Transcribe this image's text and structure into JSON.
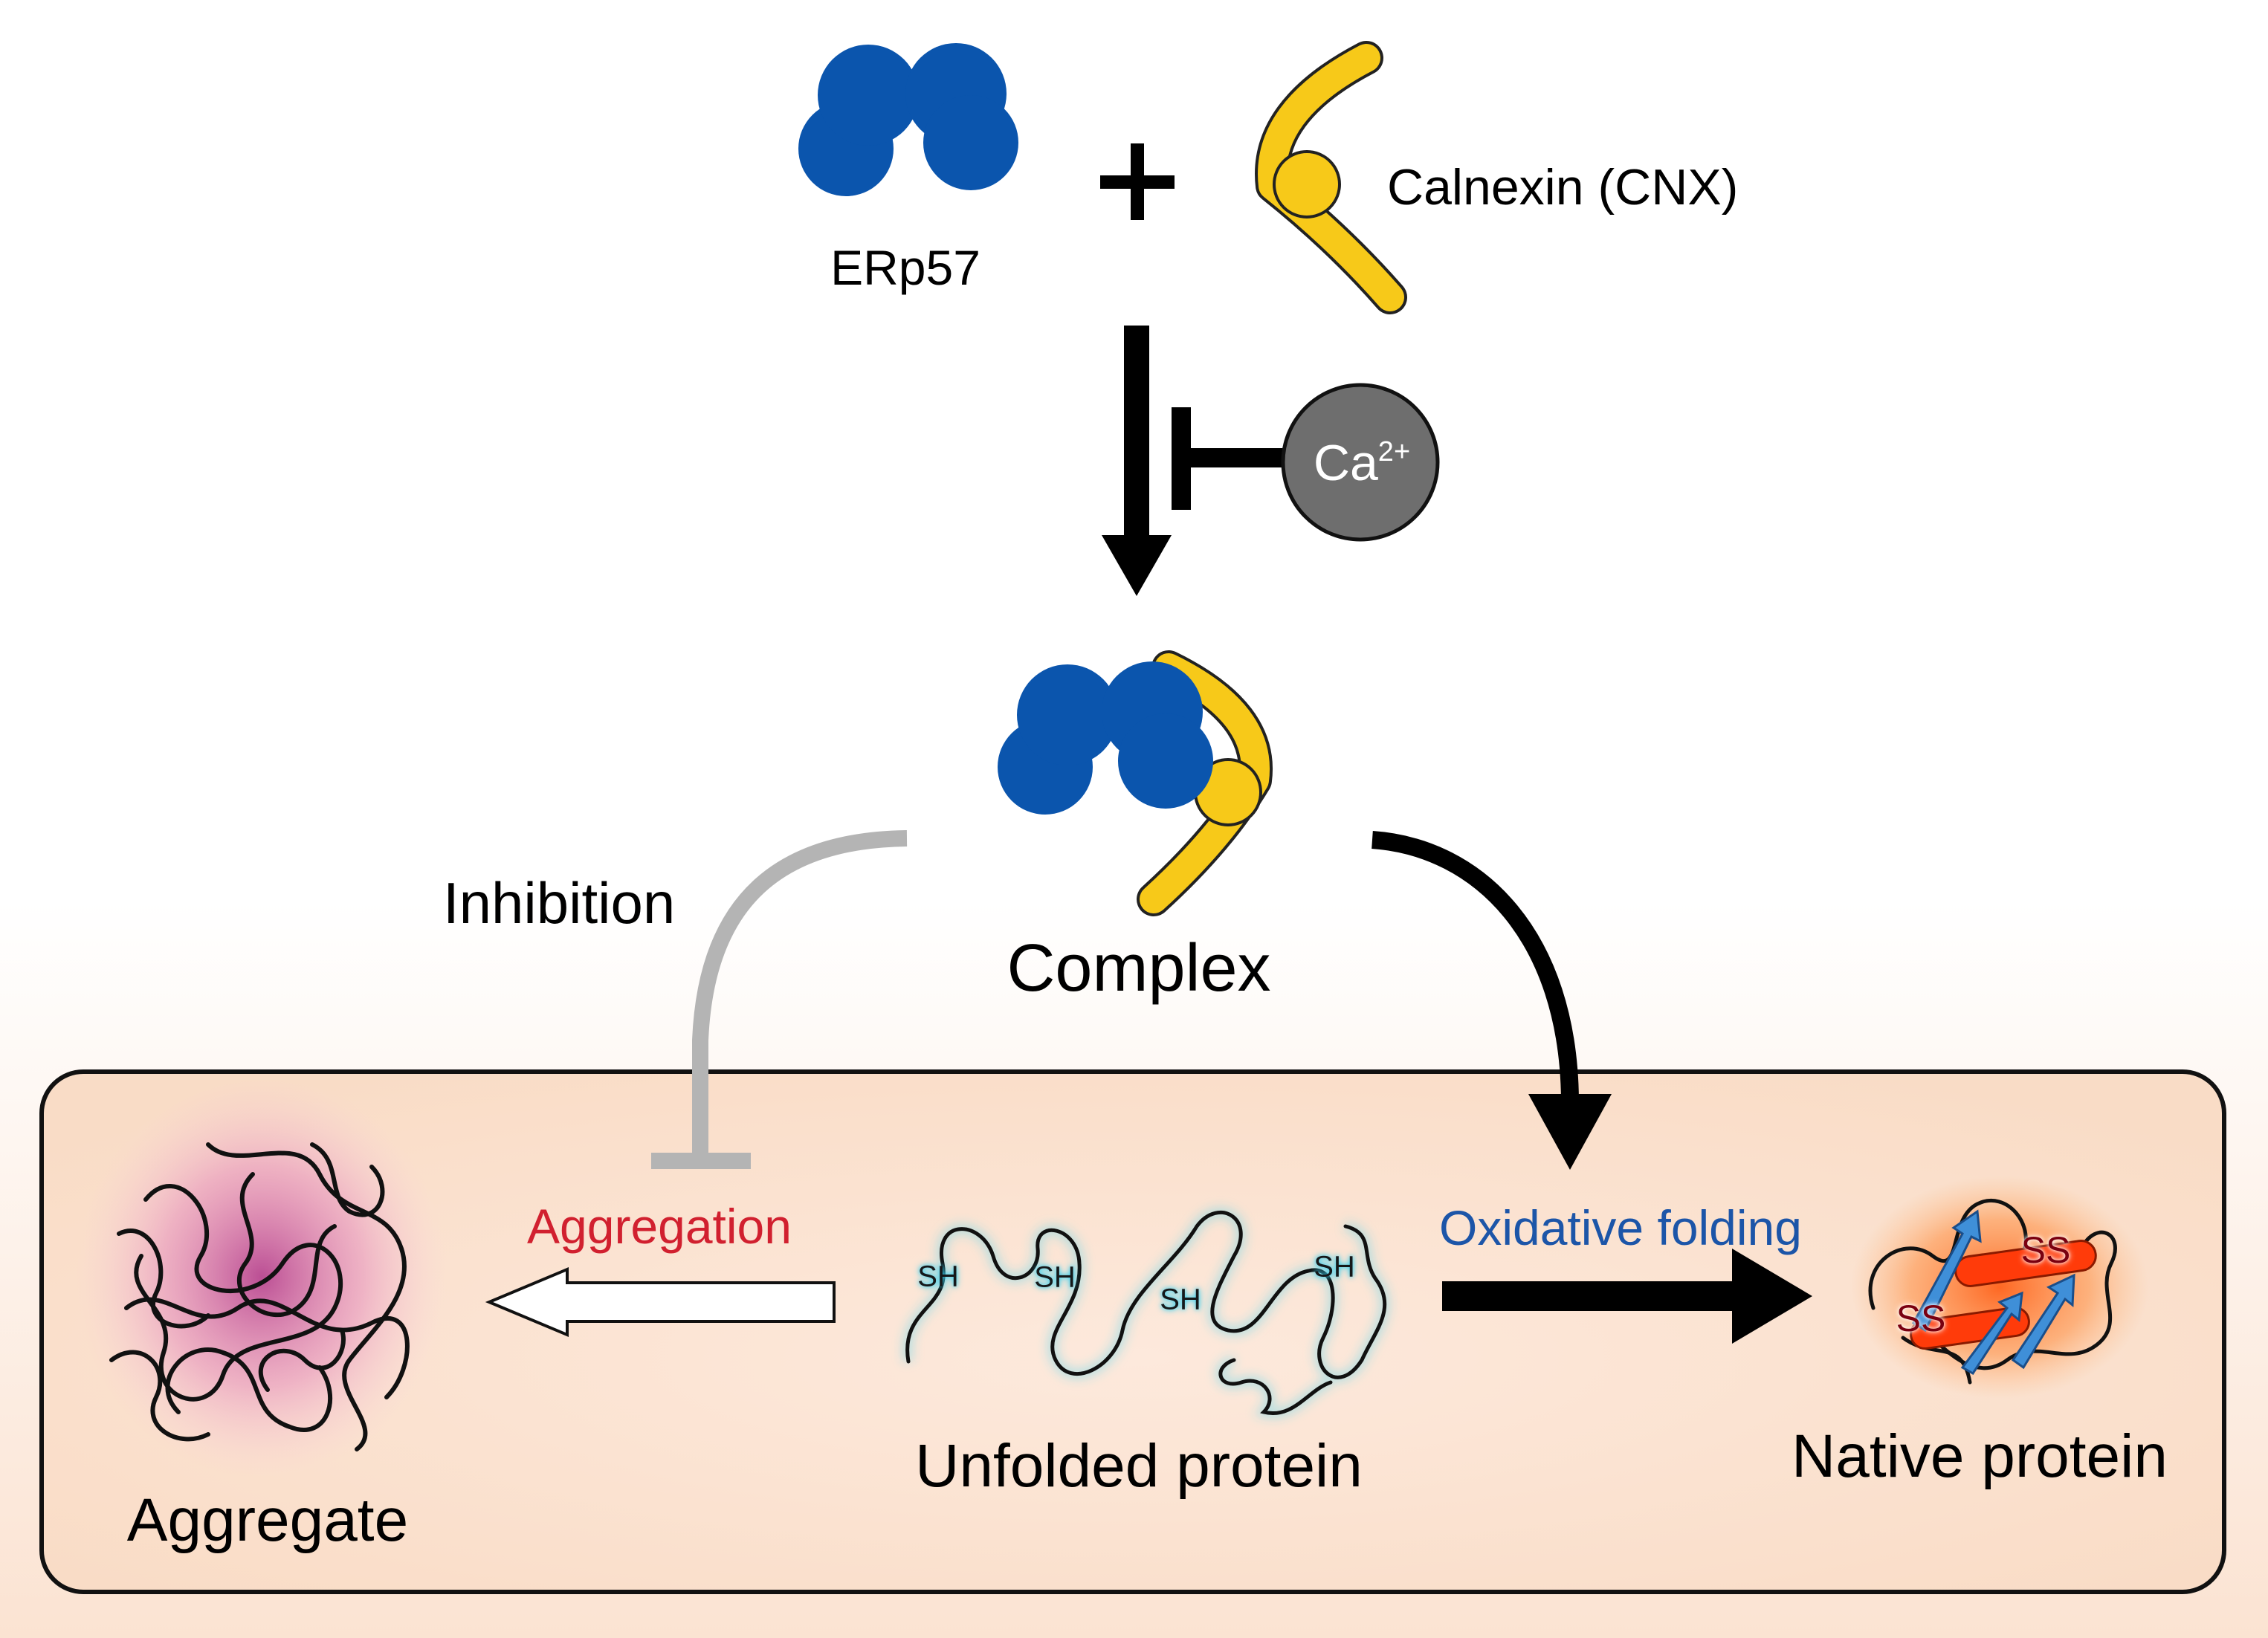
{
  "proteins": {
    "erp57_label": "ERp57",
    "plus_sign": "+",
    "calnexin_label": "Calnexin (CNX)",
    "ion_label": "Ca",
    "ion_charge": "2+",
    "complex_label": "Complex"
  },
  "pathways": {
    "inhibition_label": "Inhibition",
    "aggregation_label": "Aggregation",
    "oxidative_folding_label": "Oxidative folding"
  },
  "states": {
    "unfolded_label": "Unfolded protein",
    "native_label": "Native protein",
    "aggregate_label": "Aggregate",
    "thiol_tag": "SH",
    "disulfide_tag": "SS"
  },
  "colors": {
    "erp57_blue": "#0b55ad",
    "calnexin_yellow": "#f7c919",
    "ion_gray": "#6e6e6e",
    "inhibition_gray": "#b4b4b4",
    "aggregation_red": "#d1202f",
    "folding_blue": "#1c55a8",
    "box_fill": "#fbe2cf"
  }
}
